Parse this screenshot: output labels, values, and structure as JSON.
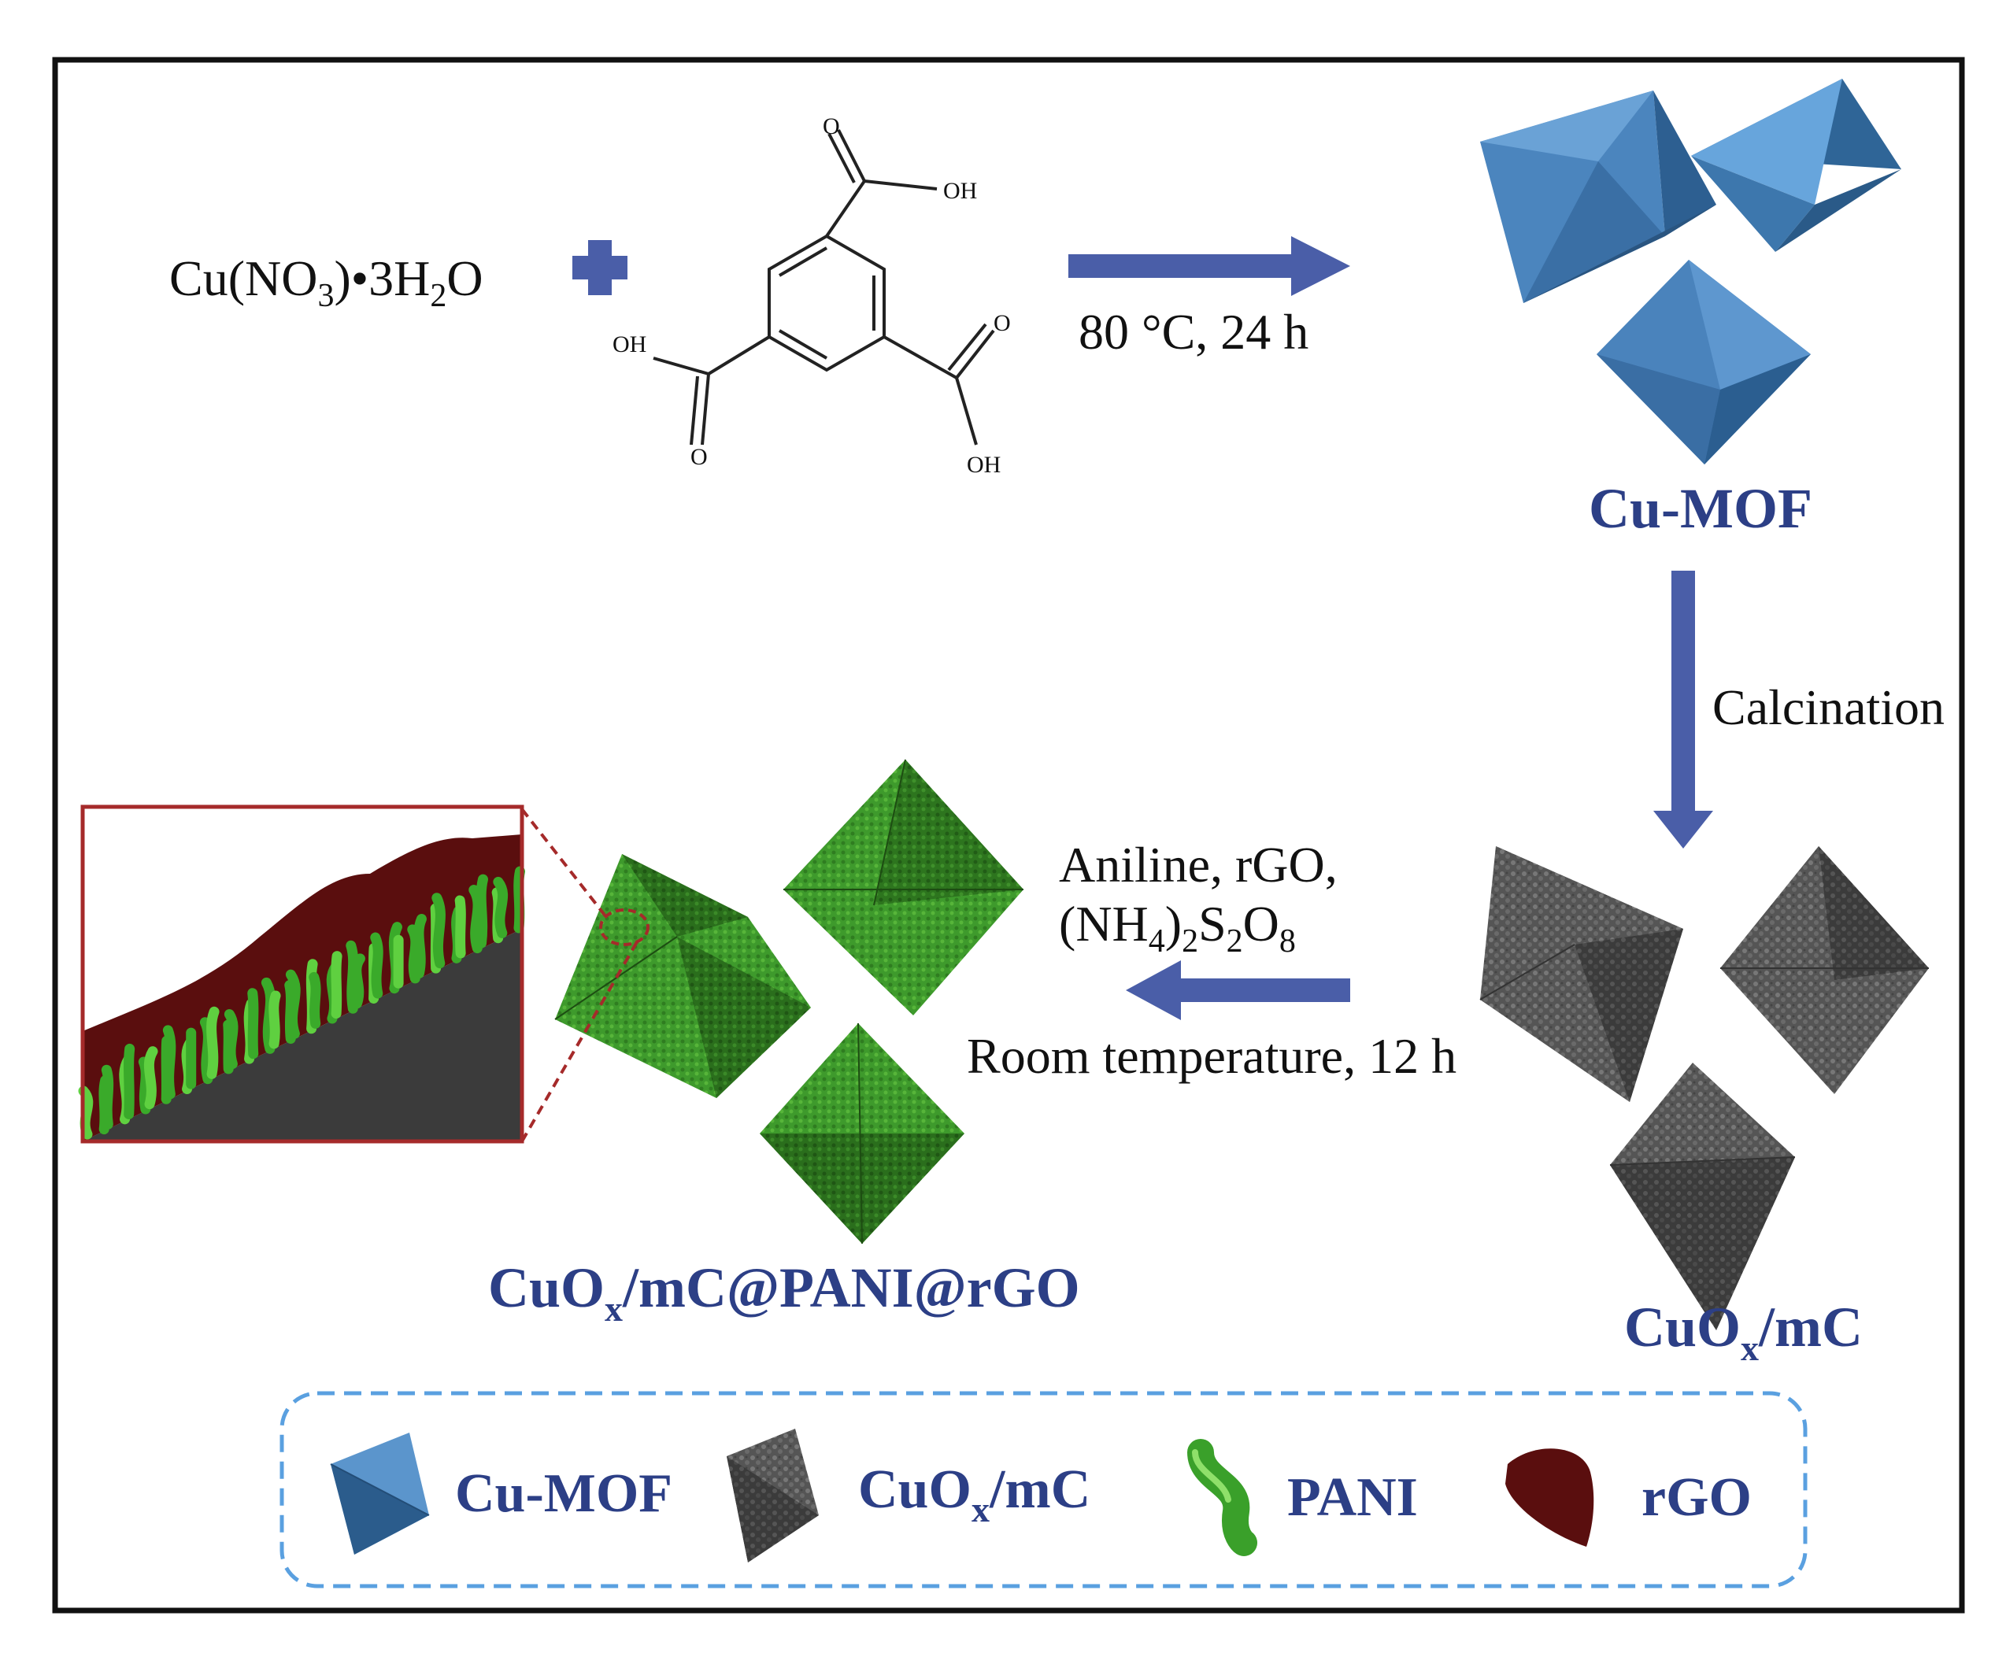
{
  "reactant": {
    "formula": "Cu(NO",
    "sub1": "3",
    "mid": ")•3H",
    "sub2": "2",
    "end": "O"
  },
  "linker": {
    "oh_top": "OH",
    "oh_left": "OH",
    "oh_bottom": "OH",
    "o": "O"
  },
  "step1": {
    "conditions": "80 °C, 24 h"
  },
  "cu_mof": {
    "label": "Cu-MOF"
  },
  "step2": {
    "conditions": "Calcination"
  },
  "cuox_mc": {
    "pre": "CuO",
    "sub": "x",
    "post": "/mC"
  },
  "step3": {
    "line1": "Aniline, rGO,",
    "line2_a": "(NH",
    "line2_s1": "4",
    "line2_b": ")",
    "line2_s2": "2",
    "line2_c": "S",
    "line2_s3": "2",
    "line2_d": "O",
    "line2_s4": "8",
    "line3": "Room temperature, 12 h"
  },
  "product": {
    "pre": "CuO",
    "sub": "x",
    "post": "/mC@PANI@rGO"
  },
  "legend": {
    "items": [
      {
        "icon": "cu-mof-octahedron-icon",
        "label": "Cu-MOF"
      },
      {
        "icon": "cuox-mc-octahedron-icon",
        "label_pre": "CuO",
        "label_sub": "x",
        "label_post": "/mC"
      },
      {
        "icon": "pani-rod-icon",
        "label": "PANI"
      },
      {
        "icon": "rgo-sheet-icon",
        "label": "rGO"
      }
    ]
  },
  "colors": {
    "arrow": "#4a5ea8",
    "label_blue": "#2c3f86",
    "mof_light": "#5b95cc",
    "mof_dark": "#2b5c8c",
    "oxide_light": "#6b6b6b",
    "oxide_dark": "#3a3a3a",
    "pani_green": "#3a9a2a",
    "pani_light": "#66cc44",
    "rgo": "#5a0e0e",
    "frame_red": "#a52a2a",
    "legend_border": "#5aa0e0"
  }
}
